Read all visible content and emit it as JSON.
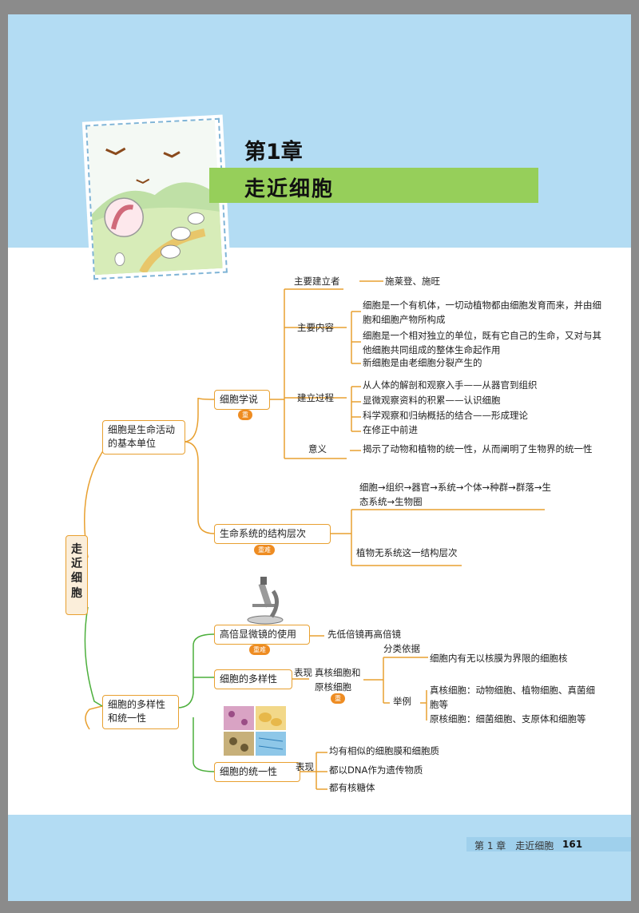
{
  "header": {
    "chapter_number": "第1章",
    "chapter_title": "走近细胞"
  },
  "mindmap": {
    "root": "走近细胞",
    "branch1": "细胞是生命活动的基本单位",
    "branch2": "细胞的多样性和统一性",
    "cell_theory": {
      "label": "细胞学说",
      "tag": "重",
      "founders_label": "主要建立者",
      "founders": "施莱登、施旺",
      "content_label": "主要内容",
      "content": [
        "细胞是一个有机体，一切动植物都由细胞发育而来，并由细胞和细胞产物所构成",
        "细胞是一个相对独立的单位，既有它自己的生命，又对与其他细胞共同组成的整体生命起作用",
        "新细胞是由老细胞分裂产生的"
      ],
      "process_label": "建立过程",
      "process": [
        "从人体的解剖和观察入手——从器官到组织",
        "显微观察资料的积累——认识细胞",
        "科学观察和归纳概括的结合——形成理论",
        "在修正中前进"
      ],
      "meaning_label": "意义",
      "meaning": "揭示了动物和植物的统一性，从而阐明了生物界的统一性"
    },
    "life_levels": {
      "label": "生命系统的结构层次",
      "tag": "重难",
      "chain": "细胞→组织→器官→系统→个体→种群→群落→生态系统→生物圈",
      "note": "植物无系统这一结构层次"
    },
    "microscope": {
      "label": "高倍显微镜的使用",
      "tag": "重难",
      "text": "先低倍镜再高倍镜"
    },
    "diversity": {
      "label": "细胞的多样性",
      "tag": "重",
      "expression_label": "表现",
      "expression": "真核细胞和原核细胞",
      "basis_label": "分类依据",
      "basis": "细胞内有无以核膜为界限的细胞核",
      "examples_label": "举例",
      "eukaryote": "真核细胞：动物细胞、植物细胞、真菌细胞等",
      "prokaryote": "原核细胞：细菌细胞、支原体和细胞等"
    },
    "unity": {
      "label": "细胞的统一性",
      "expression_label": "表现",
      "items": [
        "均有相似的细胞膜和细胞质",
        "都以DNA作为遗传物质",
        "都有核糖体"
      ]
    }
  },
  "footer": {
    "chapter": "第 1 章　走近细胞",
    "page": "161"
  },
  "colors": {
    "top_band": "#b3dcf3",
    "title_bar": "#96cf5a",
    "node_border": "#e8a030",
    "branch_green": "#4caf3c",
    "tag_orange": "#ee8c22"
  }
}
